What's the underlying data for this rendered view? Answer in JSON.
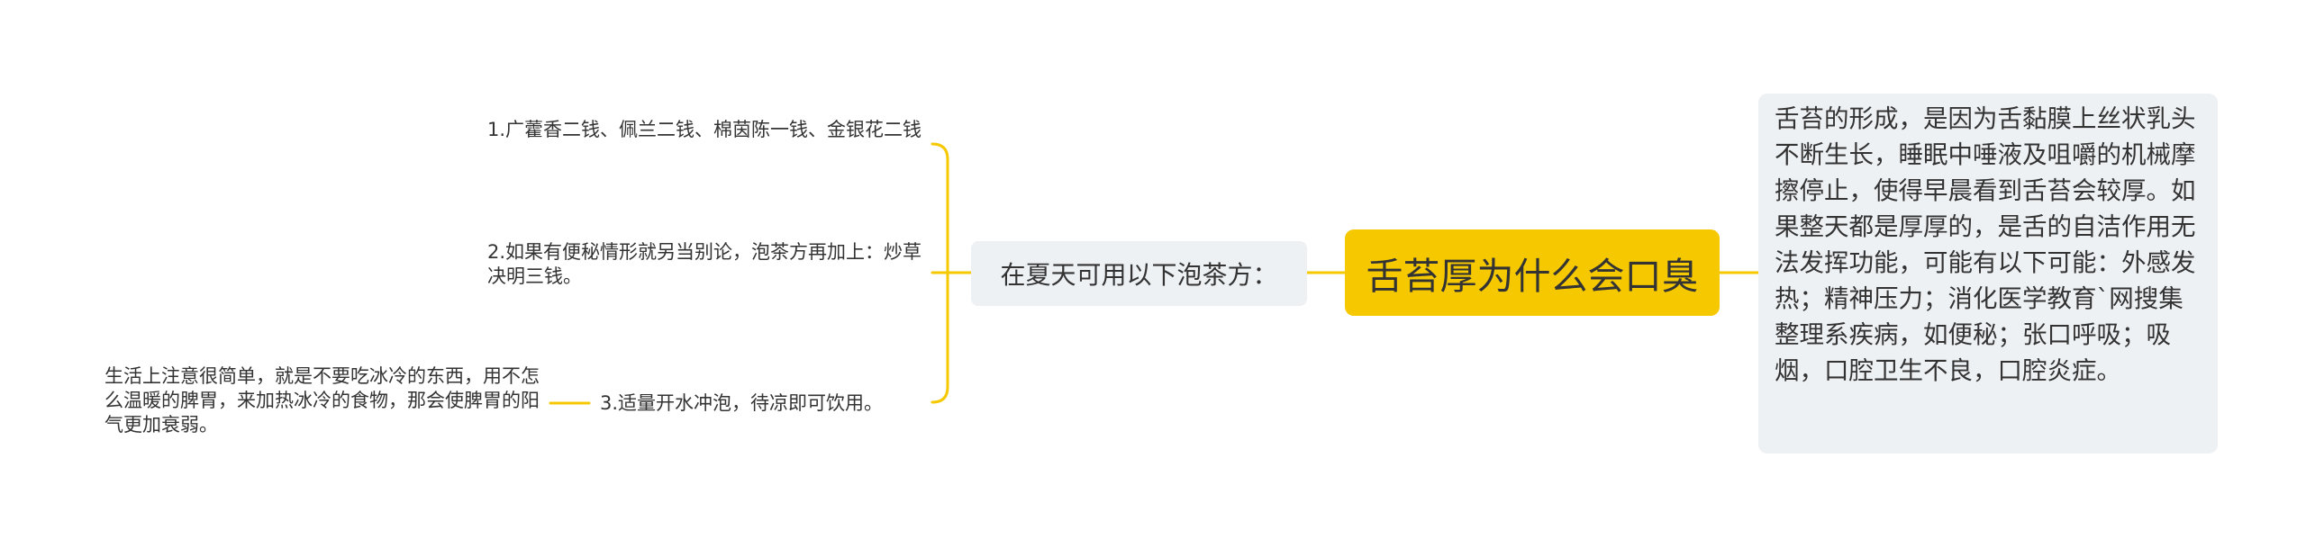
{
  "theme": {
    "root_color": "#f5c800",
    "connector_color": "#f5c800",
    "topic_bg": "#eef1f4",
    "text_color": "#333333"
  },
  "mindmap": {
    "root": {
      "title": "舌苔厚为什么会口臭"
    },
    "right_topic": {
      "text": "舌苔的形成，是因为舌黏膜上丝状乳头不断生长，睡眠中唾液及咀嚼的机械摩擦停止，使得早晨看到舌苔会较厚。如果整天都是厚厚的，是舌的自洁作用无法发挥功能，可能有以下可能：外感发热；精神压力；消化医学教育`网搜集整理系疾病，如便秘；张口呼吸；吸烟，口腔卫生不良，口腔炎症。"
    },
    "left_topic": {
      "label": "在夏天可用以下泡茶方：",
      "children": [
        {
          "text": "1.广藿香二钱、佩兰二钱、棉茵陈一钱、金银花二钱"
        },
        {
          "text": "2.如果有便秘情形就另当别论，泡茶方再加上：炒草决明三钱。"
        },
        {
          "text": "3.适量开水冲泡，待凉即可饮用。",
          "note": "生活上注意很简单，就是不要吃冰冷的东西，用不怎么温暖的脾胃，来加热冰冷的食物，那会使脾胃的阳气更加衰弱。"
        }
      ]
    }
  }
}
